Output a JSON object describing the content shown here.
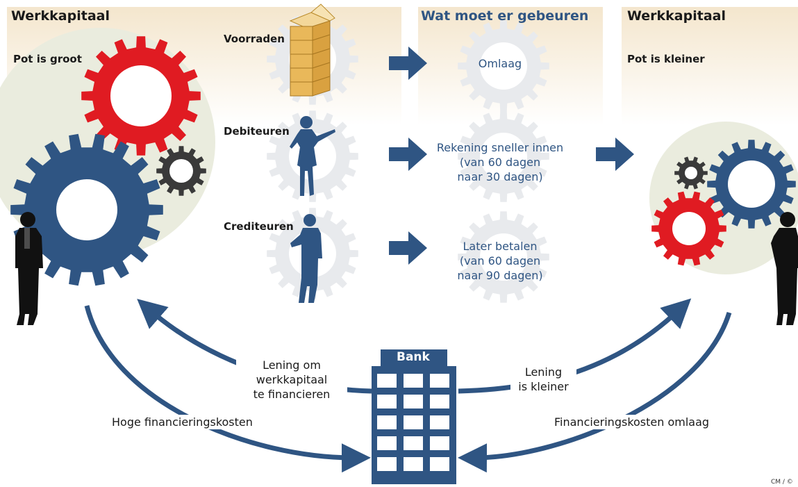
{
  "left": {
    "title": "Werkkapitaal",
    "subtitle": "Pot is groot"
  },
  "middle": {
    "title": "Wat moet er gebeuren"
  },
  "right": {
    "title": "Werkkapitaal",
    "subtitle": "Pot is kleiner"
  },
  "items": [
    {
      "label": "Voorraden",
      "action": [
        "Omlaag"
      ]
    },
    {
      "label": "Debiteuren",
      "action": [
        "Rekening sneller innen",
        "(van 60 dagen",
        "naar 30 dagen)"
      ]
    },
    {
      "label": "Crediteuren",
      "action": [
        "Later betalen",
        "(van 60 dagen",
        "naar 90 dagen)"
      ]
    }
  ],
  "bank": {
    "label": "Bank"
  },
  "loan_left": [
    "Lening om",
    "werkkapitaal",
    "te financieren"
  ],
  "loan_right": [
    "Lening",
    "is kleiner"
  ],
  "cost_left": "Hoge financieringskosten",
  "cost_right": "Financieringskosten omlaag",
  "credit": "CM / ©",
  "colors": {
    "navy": "#2f5583",
    "red": "#e01b22",
    "dark_gear": "#3a3a3a",
    "panel": "#f6ecd9",
    "ghost_gear": "#e8eaed",
    "circle": "#eaecde"
  },
  "icons": [
    "gear-icon",
    "box-stack-icon",
    "woman-silhouette-icon",
    "businessman-silhouette-icon",
    "arrow-right-icon",
    "bank-building-icon"
  ]
}
